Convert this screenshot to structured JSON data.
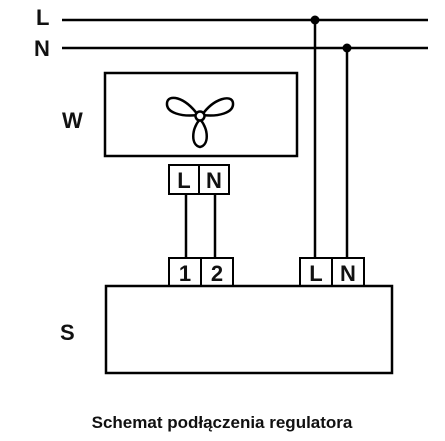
{
  "lines": {
    "L": "L",
    "N": "N"
  },
  "device_w": {
    "label": "W",
    "icon": "fan-icon",
    "terminals": [
      "L",
      "N"
    ]
  },
  "device_s": {
    "label": "S",
    "terminals_out": [
      "1",
      "2"
    ],
    "terminals_in": [
      "L",
      "N"
    ]
  },
  "caption": "Schemat podłączenia regulatora",
  "colors": {
    "line": "#000000",
    "background": "#ffffff",
    "text": "#111111"
  }
}
